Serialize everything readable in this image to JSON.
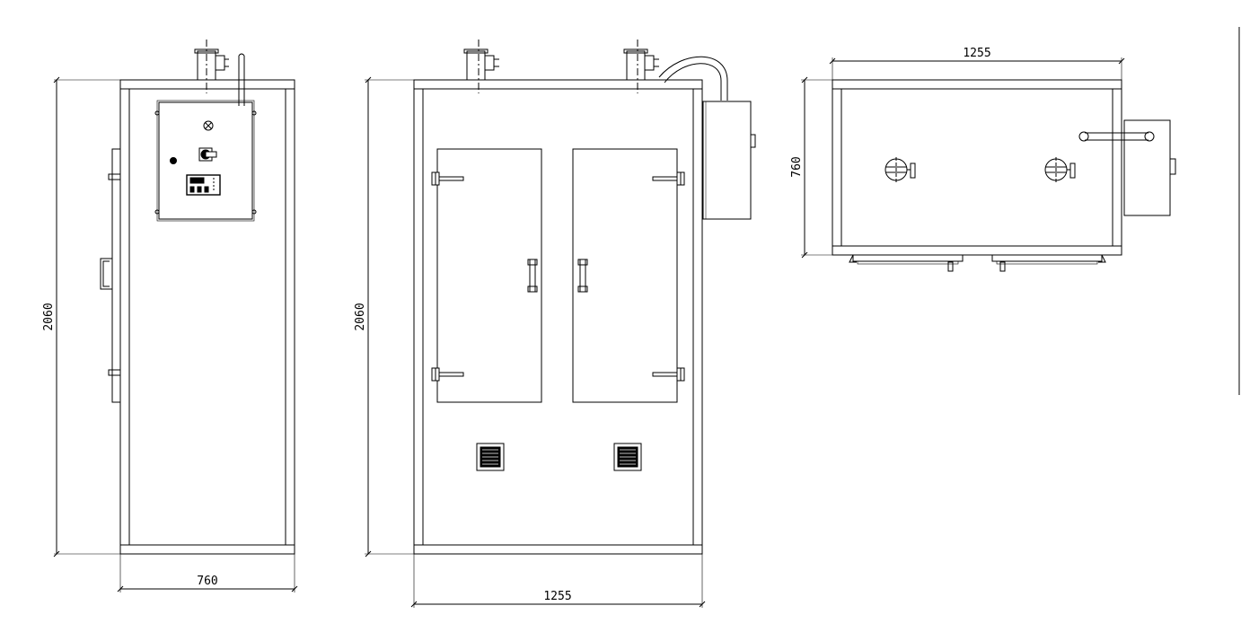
{
  "views": {
    "side": {
      "height": "2060",
      "depth": "760"
    },
    "front": {
      "height": "2060",
      "width": "1255"
    },
    "top": {
      "width": "1255",
      "depth": "760"
    }
  },
  "colors": {
    "line": "#000000",
    "background": "#ffffff"
  }
}
